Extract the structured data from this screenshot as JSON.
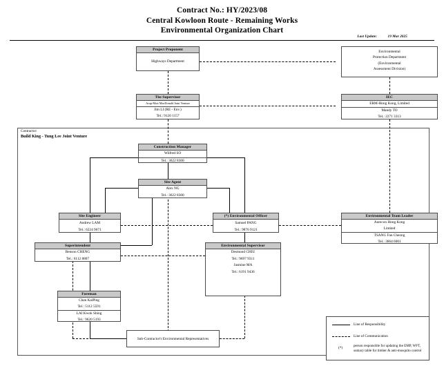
{
  "header": {
    "line1": "Contract No.: HY/2023/08",
    "line2": "Central Kowloon Route - Remaining Works",
    "line3": "Environmental Organization Chart",
    "last_update_label": "Last Update:",
    "last_update_date": "19 Mar 2025"
  },
  "contractor": {
    "label": "Contractor:",
    "name": "Build King - Tung Lee Joint Venture"
  },
  "boxes": {
    "project_proponent": {
      "title": "Project Proponent",
      "line1": "Highways Department"
    },
    "epd": {
      "line1": "Environmental",
      "line2": "Protection Department",
      "line3": "(Environmental",
      "line4": "Assessment Division)"
    },
    "supervisor": {
      "title": "The Supervisor",
      "line1": "Arup-Mott MacDonald Joint Venture",
      "line2": "Jim LI (RE - Env.)",
      "line3": "Tel.: 9120 1157"
    },
    "iec": {
      "title": "IEC",
      "line1": "ERM-Hong Kong, Limited",
      "line2": "Mandy TO",
      "line3": "Tel.: 2271 3313"
    },
    "construction_manager": {
      "title": "Construction Manager",
      "line1": "Wilfred SO",
      "line2": "Tel.: 3622 8300"
    },
    "site_agent": {
      "title": "Site Agent",
      "line1": "Alex NG",
      "line2": "Tel.: 3622 8300"
    },
    "site_engineer": {
      "title": "Site Engineer",
      "line1": "Andrew LAM",
      "line2": "Tel.: 6224 9671"
    },
    "environmental_officer": {
      "title": "(*) Environmental Officer",
      "line1": "Samuel PANG",
      "line2": "Tel.: 9876 9121"
    },
    "environmental_team_leader": {
      "title": "Environmental Team Leader",
      "line1": "Aurecon Hong Kong",
      "line2": "Limited",
      "line3": "TSANG Fan Cheong",
      "line4": "Tel.: 3664 6001"
    },
    "superintendent": {
      "title": "Superintendent",
      "line1": "Benson CHENG",
      "line2": "Tel.: 6112 8807"
    },
    "environmental_supervisor": {
      "title": "Environmental Supervisor",
      "line1": "Desmond CHIU",
      "line2": "Tel.: 9697 9311",
      "line3": "Jasmine MA",
      "line4": "Tel.: 6191 9436"
    },
    "foreman": {
      "title": "Foreman",
      "line1": "Chan KaiPing",
      "line2": "Tel.: 5112 5591",
      "line3": "LAI Kwok Shing",
      "line4": "Tel.: 9620 5193"
    },
    "subcontractor": {
      "line1": "Sub-Contractor's Environmental Representatives"
    }
  },
  "legend": {
    "responsibility": "Line of Responsibility",
    "communication": "Line of Communication",
    "star_symbol": "(*)",
    "star_note": "person responsible for updating the EMP, WFT, sumary table for timber & anti-mosquito control"
  }
}
